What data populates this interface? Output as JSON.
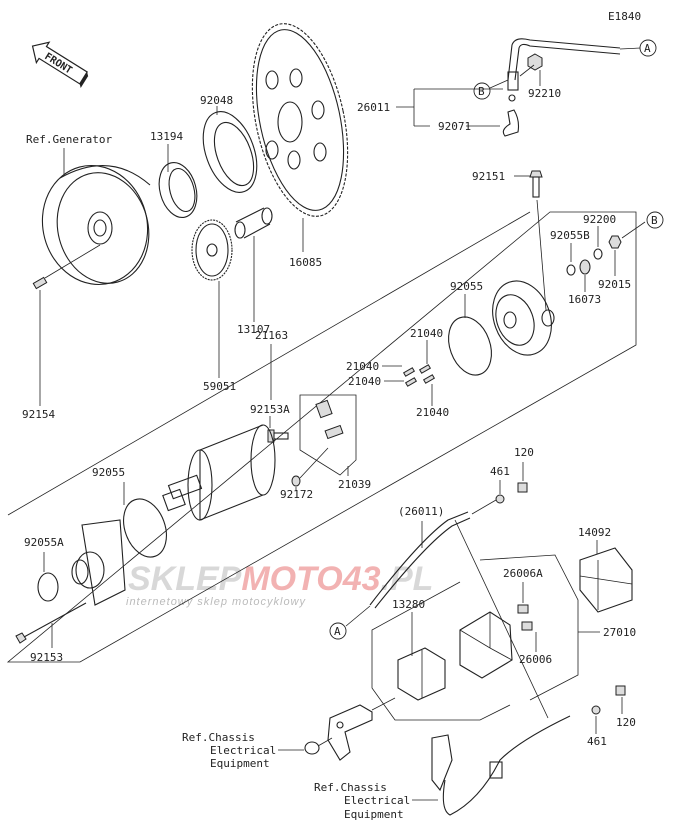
{
  "diagram_code": "E1840",
  "front_arrow": "FRONT",
  "labels": {
    "ref_generator": "Ref.Generator",
    "p13194": "13194",
    "p92048": "92048",
    "p16085": "16085",
    "p13107": "13107",
    "p59051": "59051",
    "p92154": "92154",
    "p26011": "26011",
    "p92071": "92071",
    "p92210": "92210",
    "p92151": "92151",
    "p92200": "92200",
    "p92055B": "92055B",
    "p16073": "16073",
    "p92015": "92015",
    "p92055_top": "92055",
    "p21040_a": "21040",
    "p21040_b": "21040",
    "p21040_c": "21040",
    "p21040_d": "21040",
    "p21163": "21163",
    "p92153A": "92153A",
    "p92172": "92172",
    "p21039": "21039",
    "p92055_bottom": "92055",
    "p92055A": "92055A",
    "p92153": "92153",
    "p461_top": "461",
    "p120_top": "120",
    "p26011_paren": "(26011)",
    "p14092": "14092",
    "p26006A": "26006A",
    "p26006": "26006",
    "p27010": "27010",
    "p13280": "13280",
    "p461_bottom": "461",
    "p120_bottom": "120",
    "ref_chassis_1": [
      "Ref.Chassis",
      "Electrical",
      "Equipment"
    ],
    "ref_chassis_2": [
      "Ref.Chassis",
      "Electrical",
      "Equipment"
    ]
  },
  "markers": {
    "a": "A",
    "b": "B"
  },
  "watermark": {
    "brand_a": "SKLEP",
    "brand_b": "MOTO43",
    "brand_c": ".PL",
    "tagline": "internetowy sklep motocyklowy"
  }
}
